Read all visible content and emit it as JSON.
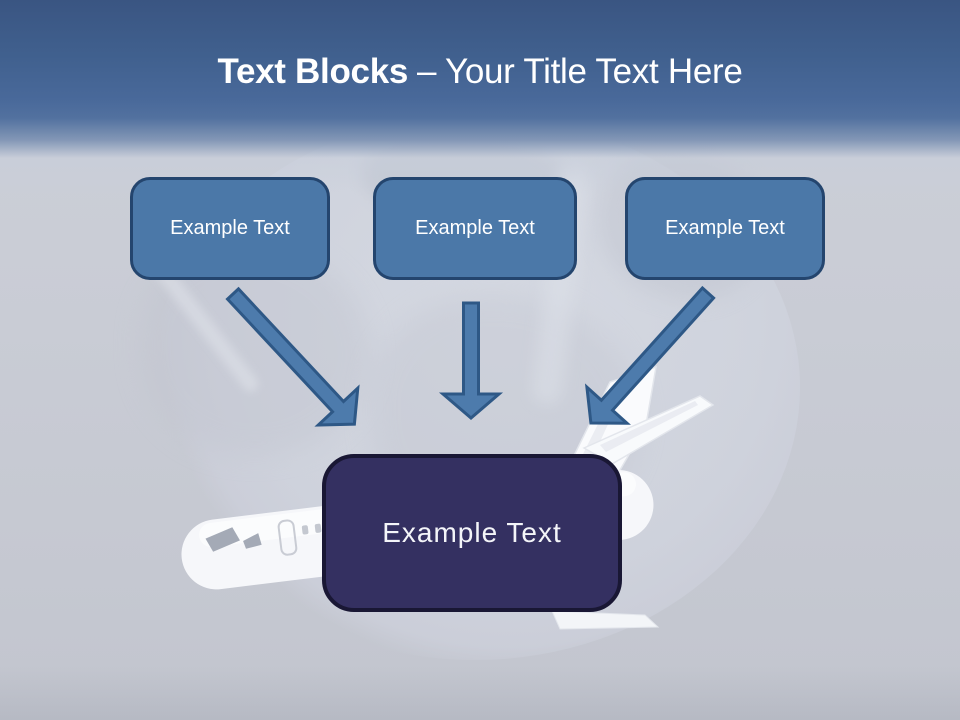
{
  "slide": {
    "title": {
      "primary": "Text Blocks",
      "secondary": "– Your Title Text Here"
    },
    "text_blocks": [
      {
        "label": "Example Text"
      },
      {
        "label": "Example Text"
      },
      {
        "label": "Example Text"
      }
    ],
    "center_block": {
      "label": "Example Text"
    },
    "colors": {
      "header_top": "#3a5582",
      "header_mid": "#49699a",
      "canvas_background": "#c9ccd5",
      "block_fill": "#4b78a8",
      "block_border": "#24456e",
      "center_block_fill": "#343061",
      "center_block_border": "#191734",
      "arrow_fill": "#4d7bac",
      "arrow_outline": "#2e5886",
      "title_text": "#ffffff",
      "block_text": "#ffffff"
    }
  }
}
